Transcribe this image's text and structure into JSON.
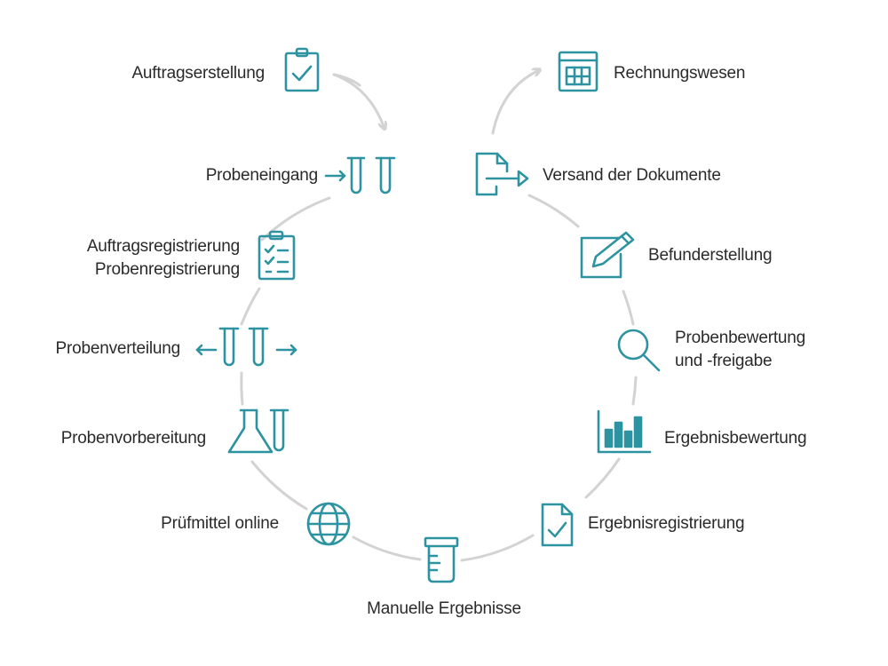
{
  "colors": {
    "icon": "#2e93a0",
    "arc": "#d3d3d3",
    "text": "#2a2a2a",
    "background": "#ffffff"
  },
  "steps": [
    {
      "id": "auftragserstellung",
      "label": "Auftragserstellung",
      "icon": "clipboard-check-icon"
    },
    {
      "id": "probeneingang",
      "label": "Probeneingang",
      "icon": "test-tubes-arrow-in-icon"
    },
    {
      "id": "registrierung",
      "label_line1": "Auftragsregistrierung",
      "label_line2": "Probenregistrierung",
      "icon": "clipboard-list-icon"
    },
    {
      "id": "probenverteilung",
      "label": "Probenverteilung",
      "icon": "test-tubes-distribute-icon"
    },
    {
      "id": "probenvorbereitung",
      "label": "Probenvorbereitung",
      "icon": "flask-tube-icon"
    },
    {
      "id": "pruefmittel",
      "label": "Prüfmittel online",
      "icon": "globe-icon"
    },
    {
      "id": "manuelle",
      "label": "Manuelle Ergebnisse",
      "icon": "specimen-cup-icon"
    },
    {
      "id": "ergebnisregistrierung",
      "label": "Ergebnisregistrierung",
      "icon": "document-check-icon"
    },
    {
      "id": "ergebnisbewertung",
      "label": "Ergebnisbewertung",
      "icon": "bar-chart-icon"
    },
    {
      "id": "probenbewertung",
      "label_line1": "Probenbewertung",
      "label_line2": "und -freigabe",
      "icon": "magnifier-icon"
    },
    {
      "id": "befunderstellung",
      "label": "Befunderstellung",
      "icon": "edit-pen-icon"
    },
    {
      "id": "versand",
      "label": "Versand der Dokumente",
      "icon": "document-send-icon"
    },
    {
      "id": "rechnungswesen",
      "label": "Rechnungswesen",
      "icon": "spreadsheet-icon"
    }
  ]
}
